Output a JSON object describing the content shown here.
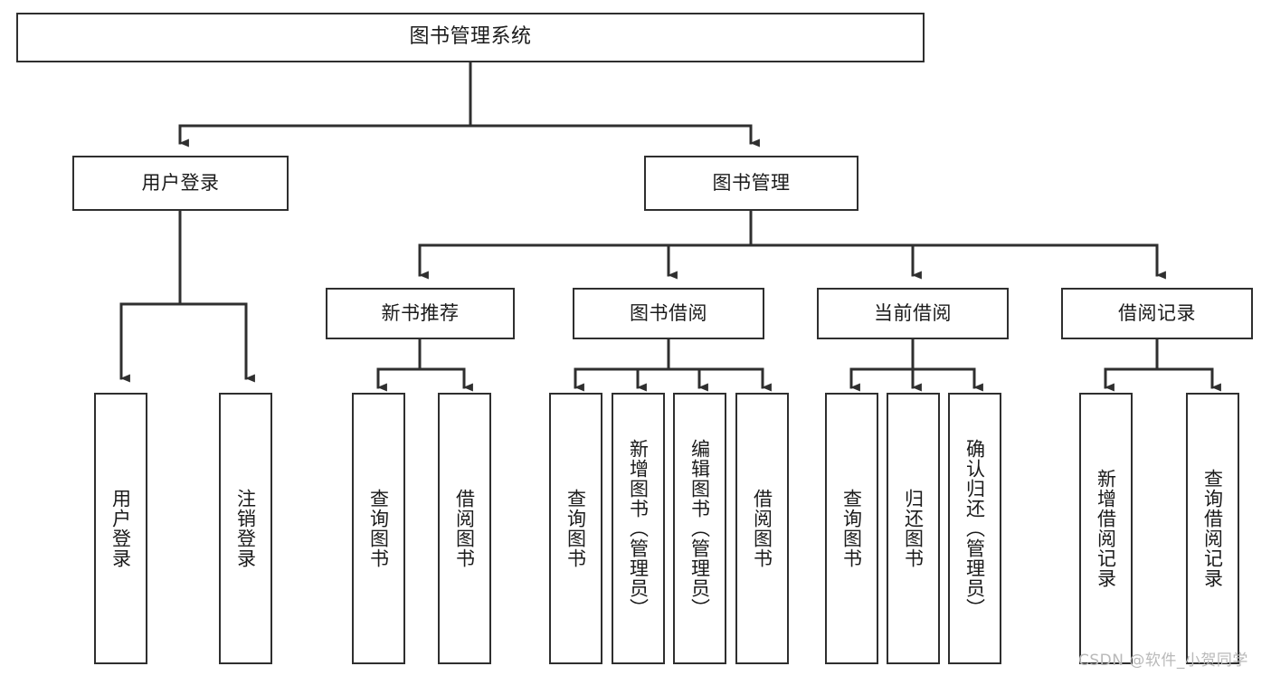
{
  "diagram": {
    "title": "图书管理系统",
    "type": "hierarchy-tree",
    "orientation": "top-down",
    "colors": {
      "background": "#ffffff",
      "border": "#2f2f2f",
      "edge": "#2f2f2f",
      "text": "#1b1b1b",
      "watermark": "#b9b9b9"
    },
    "root": {
      "label": "图书管理系统"
    },
    "level2": [
      {
        "label": "用户登录"
      },
      {
        "label": "图书管理"
      }
    ],
    "level3": [
      {
        "label": "新书推荐"
      },
      {
        "label": "图书借阅"
      },
      {
        "label": "当前借阅"
      },
      {
        "label": "借阅记录"
      }
    ],
    "leaves": {
      "user_login": [
        {
          "label": "用户登录"
        },
        {
          "label": "注销登录"
        }
      ],
      "new_book_recommend": [
        {
          "label": "查询图书"
        },
        {
          "label": "借阅图书"
        }
      ],
      "book_borrow": [
        {
          "label": "查询图书"
        },
        {
          "label": "新增图书（管理员）"
        },
        {
          "label": "编辑图书（管理员）"
        },
        {
          "label": "借阅图书"
        }
      ],
      "current_borrow": [
        {
          "label": "查询图书"
        },
        {
          "label": "归还图书"
        },
        {
          "label": "确认归还（管理员）"
        }
      ],
      "borrow_record": [
        {
          "label": "新增借阅记录"
        },
        {
          "label": "查询借阅记录"
        }
      ]
    }
  },
  "watermark": {
    "text": "CSDN @软件_小贺同学"
  }
}
